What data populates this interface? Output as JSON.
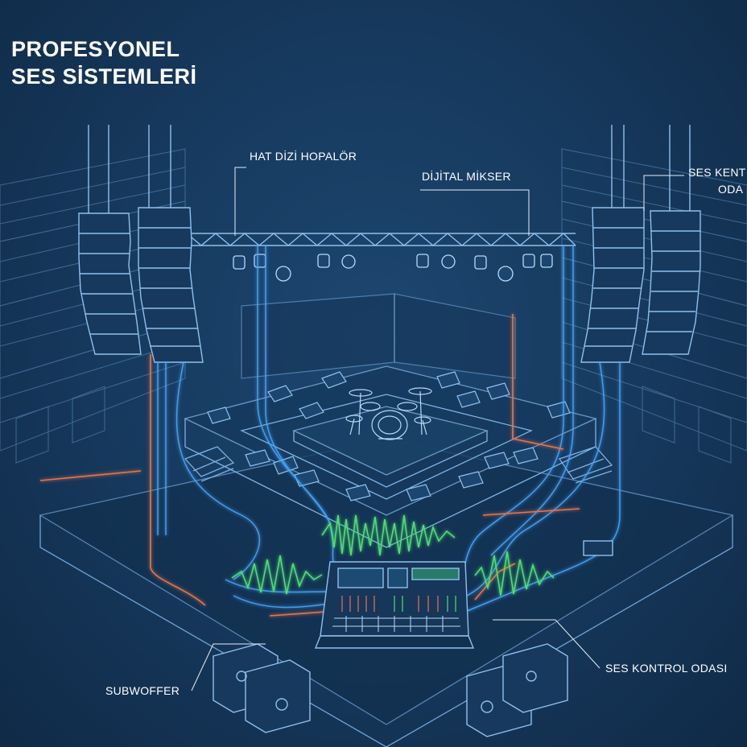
{
  "title": {
    "line1": "PROFESYONEL",
    "line2": "SES SİSTEMLERİ"
  },
  "labels": {
    "line_array": "HAT DİZİ HOPALÖR",
    "digital_mixer": "DİJİTAL MİKSER",
    "control_room_top_1": "SES KENT",
    "control_room_top_2": "ODA",
    "subwoofer": "SUBWOFFER",
    "control_room": "SES KONTROL ODASI"
  },
  "colors": {
    "background": "#173b60",
    "line": "#6fa3d6",
    "cable_blue": "#4aa8ff",
    "cable_orange": "#e8744a",
    "waveform": "#4de070",
    "text": "#ffffff"
  }
}
